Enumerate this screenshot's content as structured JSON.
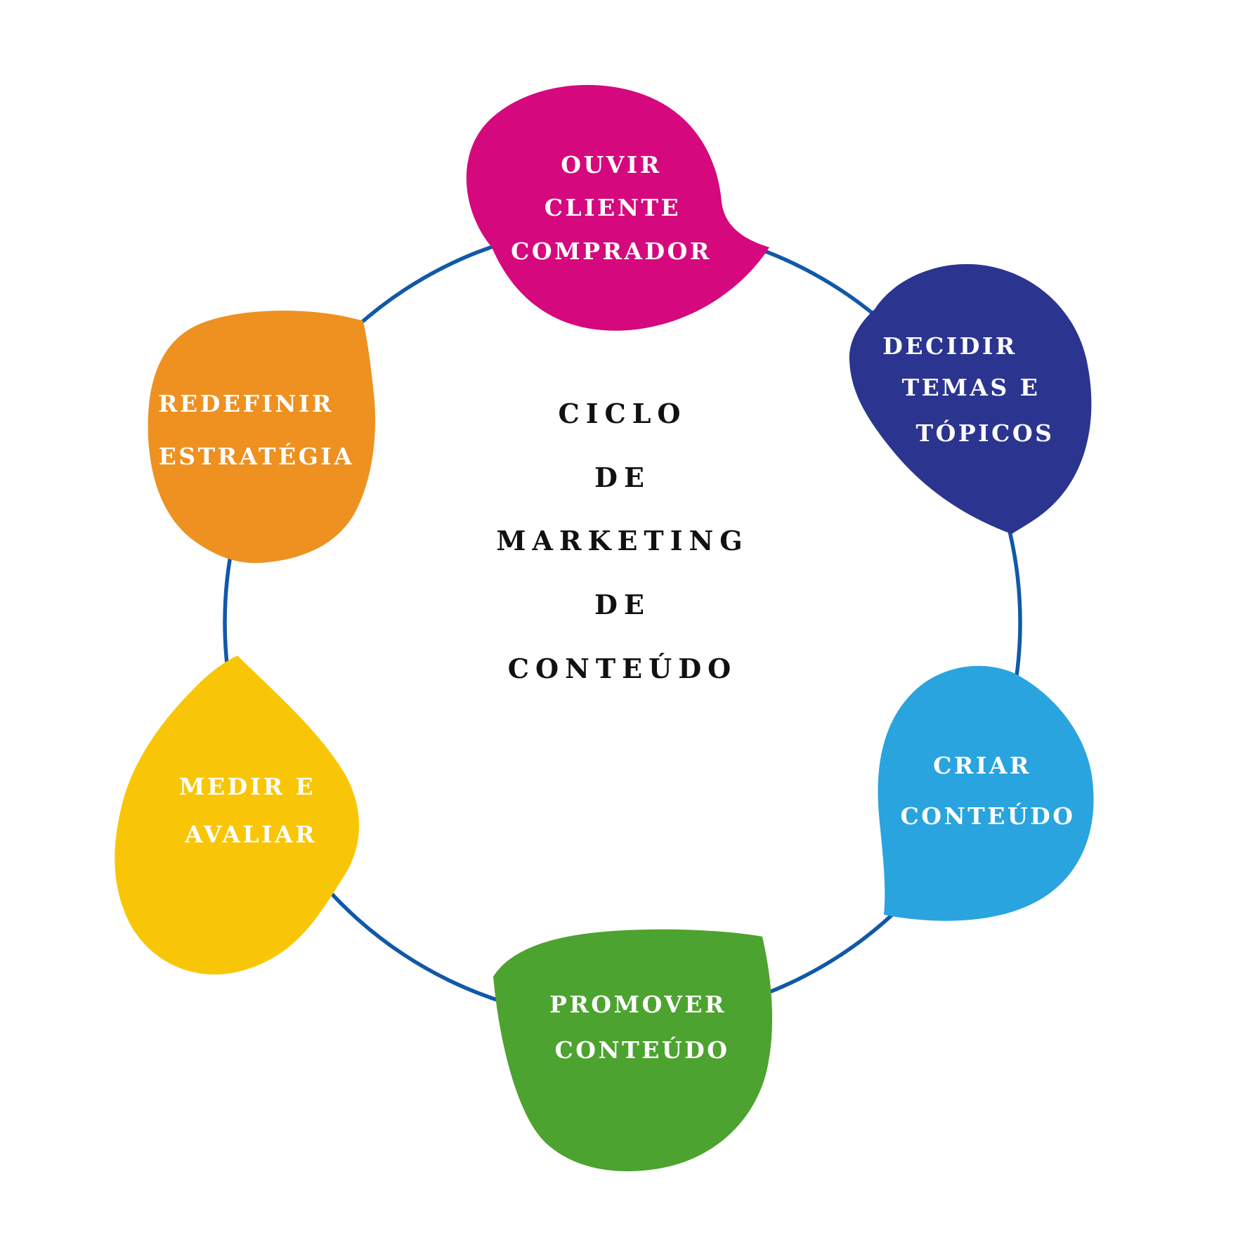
{
  "title": {
    "lines": [
      "CICLO",
      "DE",
      "MARKETING",
      "DE",
      "CONTEÚDO"
    ],
    "color": "#111111"
  },
  "connector": {
    "color": "#1158A8"
  },
  "stages": [
    {
      "id": "ouvir-cliente-comprador",
      "color": "#D6087D",
      "lines": [
        "OUVIR",
        "CLIENTE",
        "COMPRADOR"
      ]
    },
    {
      "id": "decidir-temas-e-topicos",
      "color": "#2B3590",
      "lines": [
        "DECIDIR",
        "TEMAS E",
        "TÓPICOS"
      ]
    },
    {
      "id": "criar-conteudo",
      "color": "#29A4DF",
      "lines": [
        "CRIAR",
        "CONTEÚDO"
      ]
    },
    {
      "id": "promover-conteudo",
      "color": "#4DA32F",
      "lines": [
        "PROMOVER",
        "CONTEÚDO"
      ]
    },
    {
      "id": "medir-e-avaliar",
      "color": "#F9C607",
      "lines": [
        "MEDIR E",
        "AVALIAR"
      ]
    },
    {
      "id": "redefinir-estrategia",
      "color": "#EE9120",
      "lines": [
        "REDEFINIR",
        "ESTRATÉGIA"
      ]
    }
  ]
}
